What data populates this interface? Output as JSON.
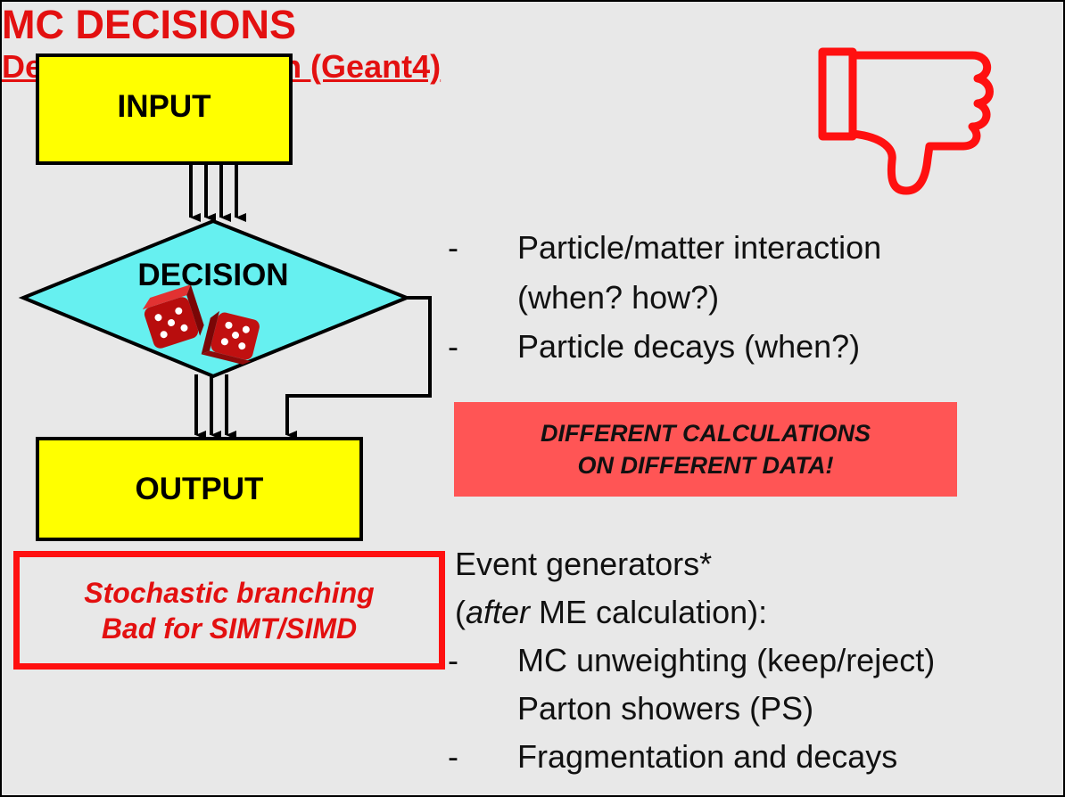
{
  "flowchart": {
    "input_label": "INPUT",
    "decision_label": "DECISION",
    "output_label": "OUTPUT"
  },
  "stochastic_note": {
    "line1": "Stochastic branching",
    "line2": "Bad for SIMT/SIMD"
  },
  "title": "MC DECISIONS",
  "thumbs_icon": "thumbs-down-icon",
  "dice_icon": "dice-icon",
  "detector": {
    "heading": "Detector simulation (Geant4)",
    "bullet_marker": "-",
    "item1_line1": "Particle/matter interaction",
    "item1_line2": "(when? how?)",
    "item2": "Particle decays (when?)"
  },
  "callout": {
    "line1": "DIFFERENT CALCULATIONS",
    "line2": "ON DIFFERENT DATA!"
  },
  "generators": {
    "line1": "Event generators*",
    "line2_italic": "after",
    "line2_rest": " ME calculation):",
    "line2_open": "(",
    "item1": "MC unweighting (keep/reject)",
    "item2": "Parton showers (PS)",
    "item3": "Fragmentation and decays"
  },
  "colors": {
    "accent_red": "#e31010",
    "box_yellow": "#ffff00",
    "diamond_cyan": "#66f0f0",
    "callout_red": "#ff5555",
    "background": "#e8e8e8"
  }
}
